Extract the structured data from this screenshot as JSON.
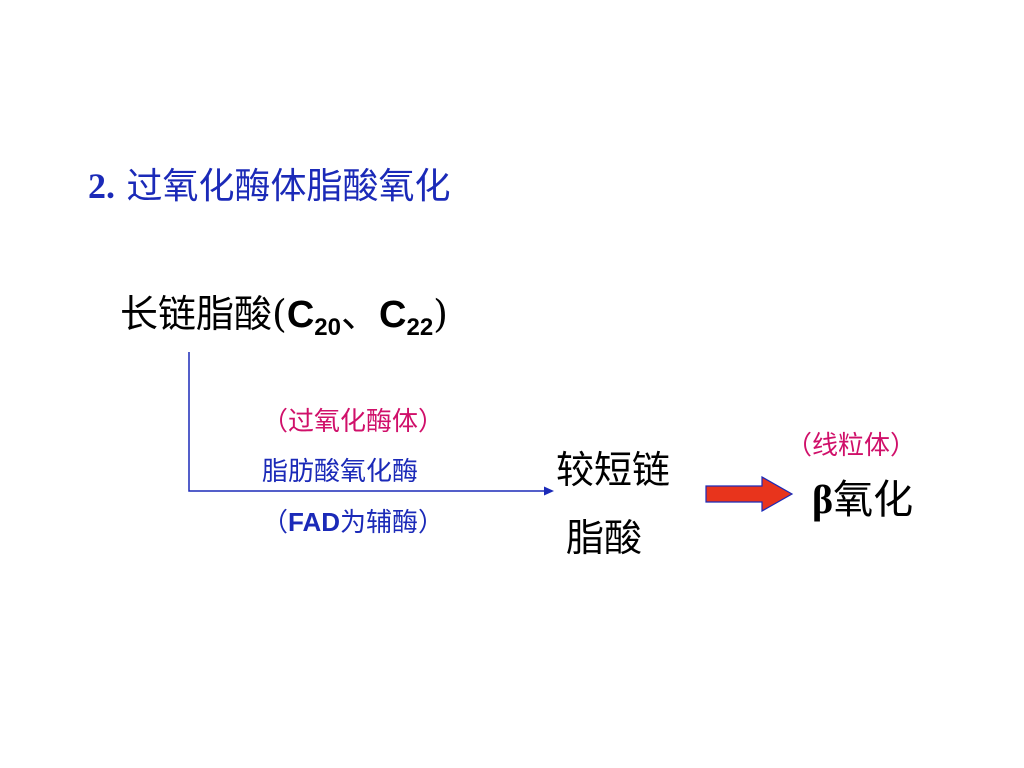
{
  "title": {
    "number": "2.",
    "text": " 过氧化酶体脂酸氧化"
  },
  "source": {
    "name": "长链脂酸",
    "open_paren": "(",
    "c1": "C",
    "c1_sub": "20",
    "separator": "、",
    "c2": "C",
    "c2_sub": "22",
    "close_paren": ")"
  },
  "enzyme": {
    "location": "（过氧化酶体）",
    "name": "脂肪酸氧化酶",
    "cofactor_open": "（",
    "cofactor_latin": "FAD",
    "cofactor_rest": "为辅酶）"
  },
  "product": {
    "line1": "较短链",
    "line2": "脂酸"
  },
  "next_step": {
    "location": "（线粒体）",
    "beta": "β",
    "process": "氧化"
  },
  "colors": {
    "title": "#1b2ab8",
    "enzyme_location": "#d0106a",
    "enzyme_text": "#1b2ab8",
    "connector_line": "#1b2ab8",
    "arrow_fill": "#e8341c",
    "arrow_stroke": "#1b2ab8"
  }
}
